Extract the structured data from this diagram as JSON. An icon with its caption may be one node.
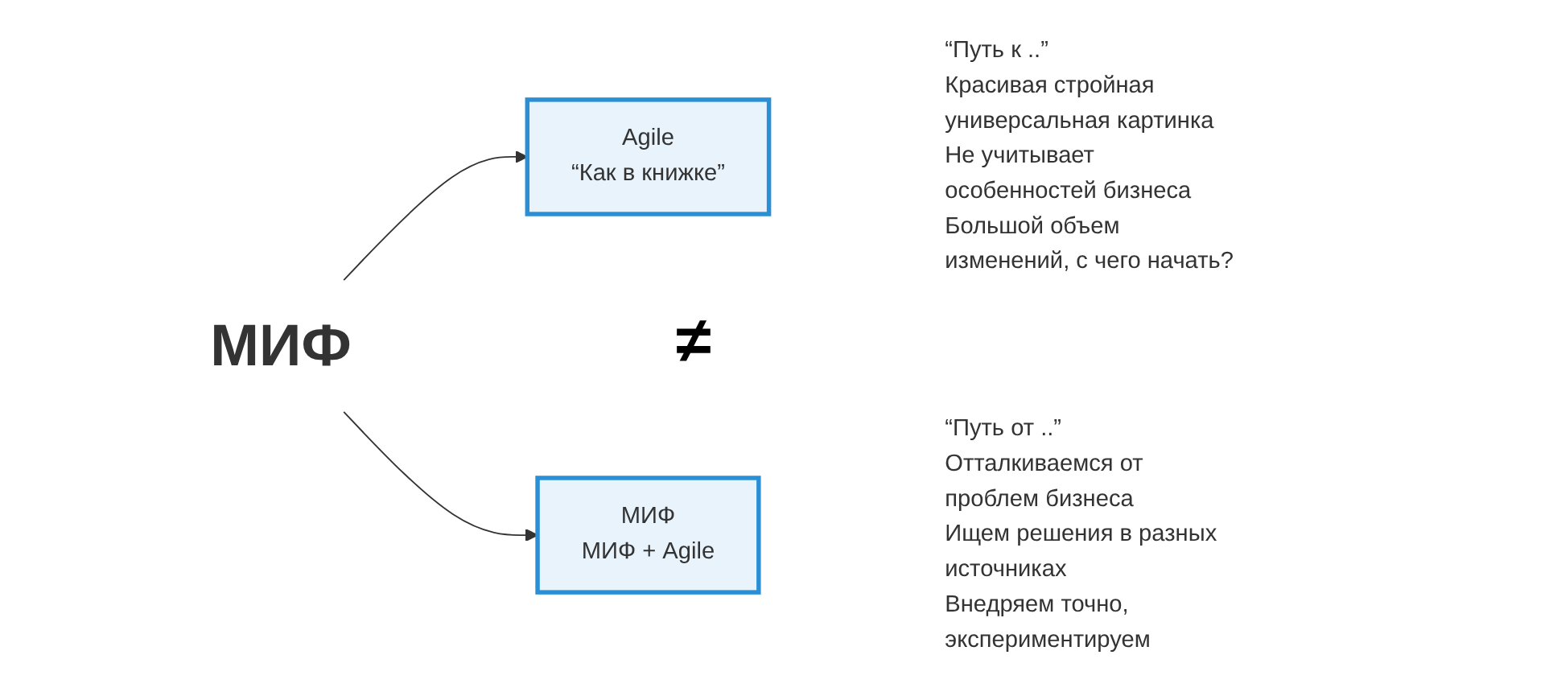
{
  "diagram": {
    "nodes": [
      {
        "text": [
          "МИФ"
        ]
      },
      {
        "text": [
          "Agile",
          "“Как в книжке”"
        ],
        "beside": [
          "“Путь к ..”",
          "Красивая стройная универсальная картинка",
          "Не учитывает особенностей бизнеса",
          "Большой объем изменений, с чего начать?"
        ]
      },
      {
        "text": [
          "МИФ",
          "МИФ + Agile"
        ],
        "beside": [
          "“Путь от ..”",
          "Отталкиваемся от проблем бизнеса",
          "Ищем решения в разных источниках",
          "Внедряем точно, экспериментируем"
        ]
      }
    ],
    "edges": [
      {
        "from": 0,
        "to": 1,
        "arrow": "to"
      },
      {
        "from": 0,
        "to": 2,
        "arrow": "to"
      }
    ],
    "labels": [
      "≠"
    ]
  }
}
